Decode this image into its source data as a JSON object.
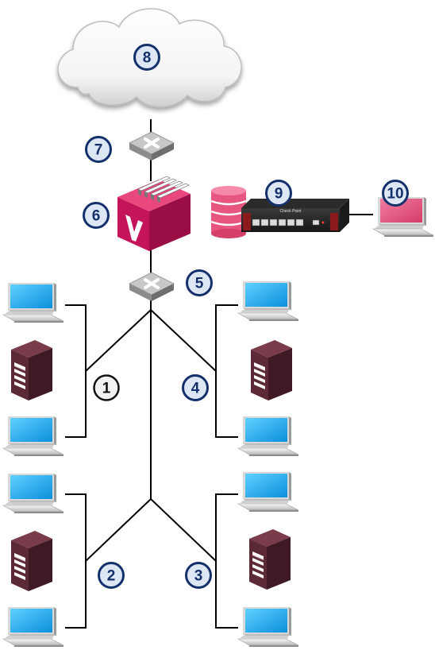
{
  "badges": {
    "b1": {
      "text": "1",
      "style": "outline"
    },
    "b2": {
      "text": "2",
      "style": "filled"
    },
    "b3": {
      "text": "3",
      "style": "filled"
    },
    "b4": {
      "text": "4",
      "style": "filled"
    },
    "b5": {
      "text": "5",
      "style": "filled"
    },
    "b6": {
      "text": "6",
      "style": "filled"
    },
    "b7": {
      "text": "7",
      "style": "filled"
    },
    "b8": {
      "text": "8",
      "style": "filled"
    },
    "b9": {
      "text": "9",
      "style": "filled"
    },
    "b10": {
      "text": "10",
      "style": "filled"
    }
  },
  "icons": {
    "cloud": "cloud-icon",
    "switch": "switch-icon",
    "vault": "vault-appliance-icon",
    "database": "database-icon",
    "firewall": "firewall-appliance-icon",
    "laptop": "laptop-icon",
    "server": "server-tower-icon"
  },
  "firewall_label": "Check Point",
  "colors": {
    "badge_fill": "#dde6f3",
    "badge_ring": "#14306b",
    "badge_outline_fill": "#f2f2f2",
    "badge_outline_ring": "#111111",
    "vault_pink": "#c4145a",
    "laptop_screen": "#19a8f0",
    "laptop_screen_pink": "#e0507a",
    "server_body": "#5c2a36",
    "database_pink": "#e8557e",
    "line": "#000000"
  }
}
